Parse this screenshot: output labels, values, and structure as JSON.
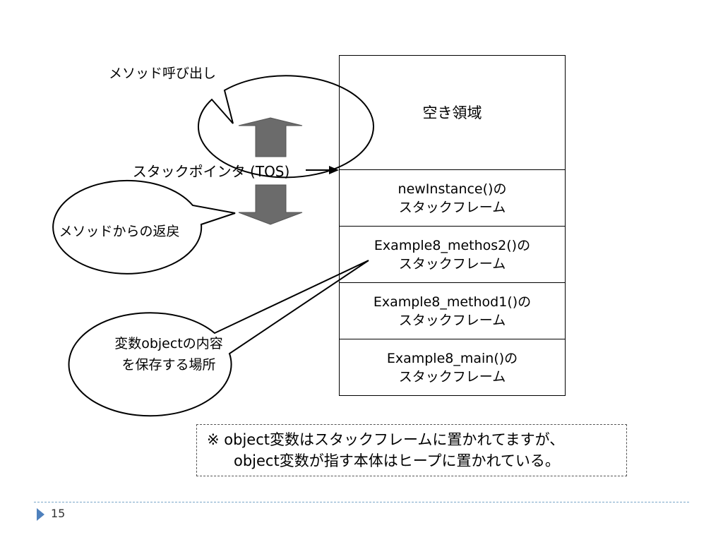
{
  "stack": {
    "free_area": "空き領域",
    "frames": [
      {
        "line1": "newInstance()の",
        "line2": "スタックフレーム"
      },
      {
        "line1": "Example8_methos2()の",
        "line2": "スタックフレーム"
      },
      {
        "line1": "Example8_method1()の",
        "line2": "スタックフレーム"
      },
      {
        "line1": "Example8_main()の",
        "line2": "スタックフレーム"
      }
    ]
  },
  "callouts": {
    "method_call": "メソッド呼び出し",
    "method_return": "メソッドからの返戻",
    "object_storage_line1": "変数objectの内容",
    "object_storage_line2": "を保存する場所"
  },
  "pointer_label": "スタックポインタ (TOS)",
  "note": {
    "line1": "※ object変数はスタックフレームに置かれてますが、",
    "line2": "object変数が指す本体はヒープに置かれている。"
  },
  "slide_number": "15",
  "colors": {
    "arrow_fill": "#6b6b6b",
    "footer_marker": "#4f81bd",
    "footer_line": "#7aa6c8"
  }
}
